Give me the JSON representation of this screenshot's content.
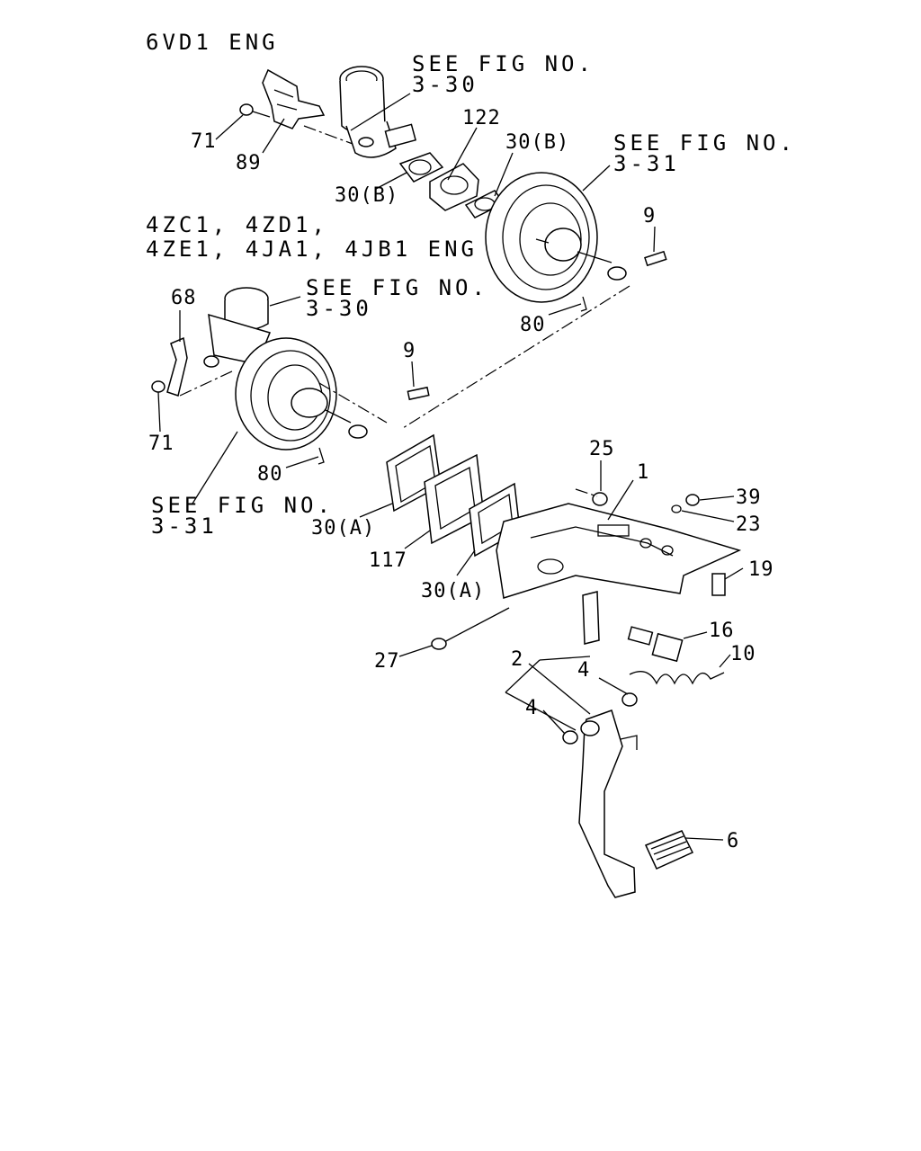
{
  "headers": {
    "eng_6vd1": "6VD1 ENG",
    "eng_4z_line1": "4ZC1, 4ZD1,",
    "eng_4z_line2": "4ZE1, 4JA1, 4JB1 ENG"
  },
  "refs": {
    "top_master_line1": "SEE FIG NO.",
    "top_master_line2": "3-30",
    "top_booster_line1": "SEE FIG NO.",
    "top_booster_line2": "3-31",
    "mid_master_line1": "SEE FIG NO.",
    "mid_master_line2": "3-30",
    "bottom_booster_line1": "SEE FIG NO.",
    "bottom_booster_line2": "3-31"
  },
  "callouts": {
    "n71_top": "71",
    "n89": "89",
    "n122": "122",
    "n30b_right": "30(B)",
    "n30b_left": "30(B)",
    "n9_top": "9",
    "n80_top": "80",
    "n68": "68",
    "n71_bottom": "71",
    "n9_mid": "9",
    "n80_mid": "80",
    "n30a_left": "30(A)",
    "n117": "117",
    "n30a_right": "30(A)",
    "n25": "25",
    "n1": "1",
    "n39": "39",
    "n23": "23",
    "n19": "19",
    "n16": "16",
    "n10": "10",
    "n27": "27",
    "n2": "2",
    "n4_upper": "4",
    "n4_lower": "4",
    "n6": "6"
  },
  "colors": {
    "ink": "#000000",
    "paper": "#ffffff"
  }
}
